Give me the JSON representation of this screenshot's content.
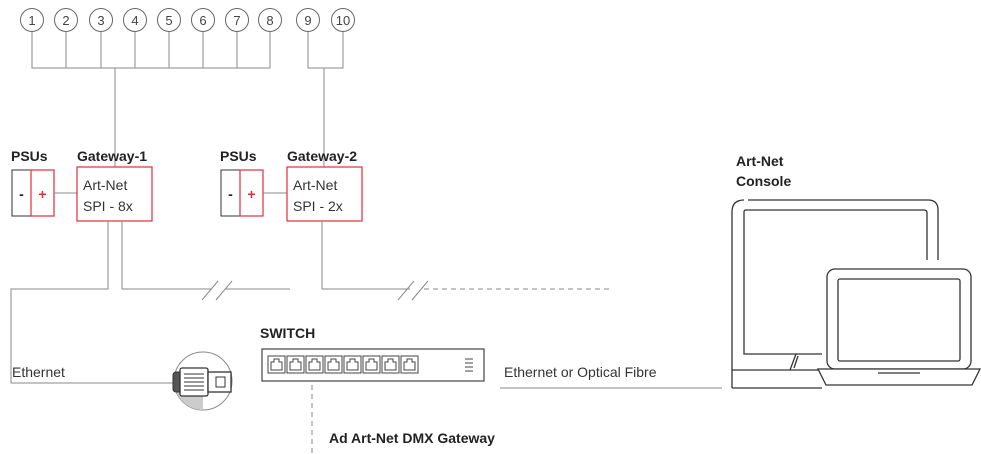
{
  "universes": [
    "1",
    "2",
    "3",
    "4",
    "5",
    "6",
    "7",
    "8",
    "9",
    "10"
  ],
  "psu1": {
    "heading": "PSUs",
    "minus": "-",
    "plus": "+"
  },
  "psu2": {
    "heading": "PSUs",
    "minus": "-",
    "plus": "+"
  },
  "gateway1": {
    "heading": "Gateway-1",
    "line1": "Art-Net",
    "line2": "SPI - 8x"
  },
  "gateway2": {
    "heading": "Gateway-2",
    "line1": "Art-Net",
    "line2": "SPI - 2x"
  },
  "console": {
    "line1": "Art-Net",
    "line2": "Console"
  },
  "switch": {
    "label": "SWITCH",
    "port_count": 8
  },
  "links": {
    "ethernet": "Ethernet",
    "ethernet_or_fibre": "Ethernet or Optical Fibre"
  },
  "dmx_gateway": {
    "label": "Ad Art-Net DMX Gateway"
  },
  "colors": {
    "accent_red": "#e0303a",
    "line_gray": "#8a8a8a",
    "text": "#222222"
  }
}
